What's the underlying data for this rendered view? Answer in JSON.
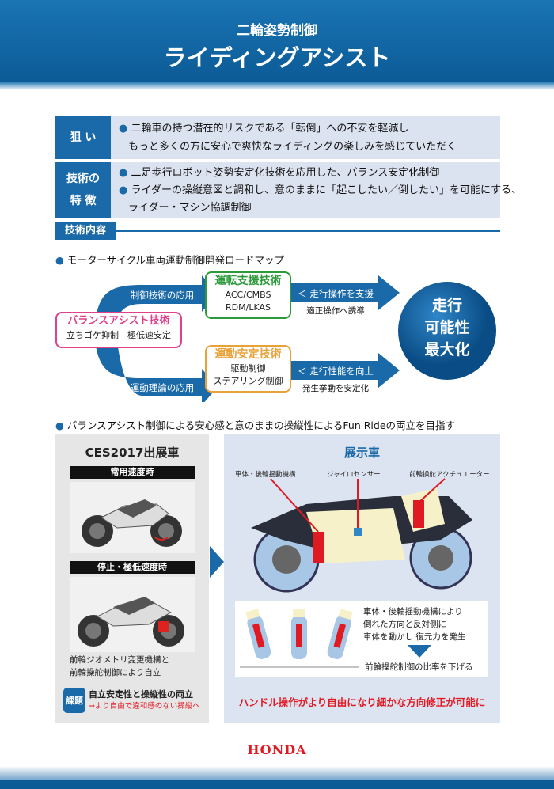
{
  "header": {
    "subtitle": "二輪姿勢制御",
    "title": "ライディングアシスト"
  },
  "aim": {
    "label": "狙 い",
    "lines": [
      "二輪車の持つ潜在的リスクである「転倒」への不安を軽減し",
      "もっと多くの方に安心で爽快なライディングの楽しみを感じていただく"
    ]
  },
  "features": {
    "label_line1": "技術の",
    "label_line2": "特 徴",
    "lines": [
      "二足歩行ロボット姿勢安定化技術を応用した、バランス安定化制御",
      "ライダーの操縦意図と調和し、意のままに「起こしたい／倒したい」を可能にする、",
      "ライダー・マシン協調制御"
    ]
  },
  "tech_content_label": "技術内容",
  "roadmap": {
    "heading": "モーターサイクル車両運動制御開発ロードマップ",
    "balance": {
      "title": "バランスアシスト技術",
      "items": "立ちゴケ抑制　極低速安定"
    },
    "upper_arrow": "制御技術の応用",
    "lower_arrow": "運動理論の応用",
    "drive_assist": {
      "title": "運転支援技術",
      "line1": "ACC/CMBS",
      "line2": "RDM/LKAS"
    },
    "motion_stab": {
      "title": "運動安定技術",
      "line1": "駆動制御",
      "line2": "ステアリング制御"
    },
    "upper_right_arrow": "＜ 走行操作を支援 ＞",
    "upper_right_note": "適正操作へ誘導",
    "lower_right_arrow": "＜ 走行性能を向上 ＞",
    "lower_right_note": "発生挙動を安定化",
    "goal": {
      "line1": "走行",
      "line2": "可能性",
      "line3": "最大化"
    }
  },
  "section2_heading": "バランスアシスト制御による安心感と意のままの操縦性によるFun Rideの両立を目指す",
  "left_panel": {
    "title": "CES2017出展車",
    "normal_speed": "常用速度時",
    "low_speed": "停止・極低速度時",
    "caption_line1": "前輪ジオメトリ変更機構と",
    "caption_line2": "前輪操舵制御により自立",
    "issue_badge": "課題",
    "issue_line1": "自立安定性と操縦性の両立",
    "issue_line2": "⇒より自由で違和感のない操縦へ"
  },
  "right_panel": {
    "title": "展示車",
    "label_body": "車体・後輪揺動機構",
    "label_gyro": "ジャイロセンサー",
    "label_actuator": "前輪操舵アクチュエーター",
    "desc_line1": "車体・後輪揺動機構により",
    "desc_line2": "倒れた方向と反対側に",
    "desc_line3": "車体を動かし 復元力を発生",
    "desc_line4": "前輪操舵制御の比率を下げる",
    "conclusion": "ハンドル操作がより自由になり細かな方向修正が可能に"
  },
  "footer": {
    "brand": "HONDA"
  },
  "colors": {
    "blue": "#1a69a8",
    "red": "#e01a22",
    "green": "#2d9a3a",
    "orange": "#e8a23a",
    "pink": "#e0418d"
  }
}
